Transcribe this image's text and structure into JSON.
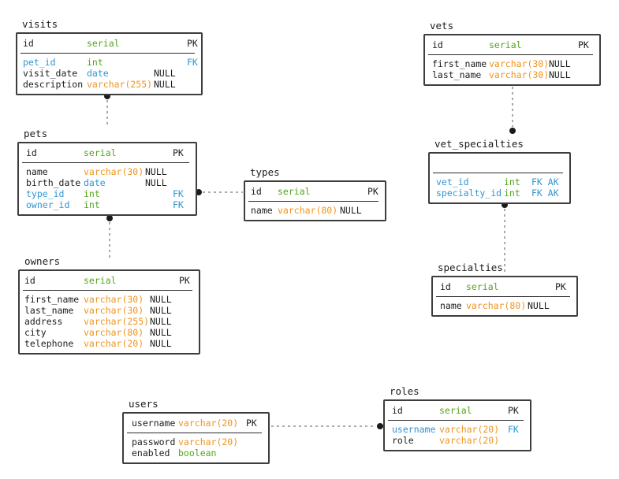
{
  "diagram": {
    "kind": "entity-relationship-diagram",
    "palette": {
      "numeric_type_color": "#52a41c",
      "varchar_type_color": "#f0931c",
      "date_and_fk_color": "#2e95d3",
      "text_color": "#1c1c1c",
      "table_border_color": "#3d3d3d",
      "connector_color": "#aaaaaa",
      "endpoint_dot_color": "#1a1a1a"
    },
    "tables": {
      "visits": {
        "title": "visits",
        "header": {
          "name": "id",
          "type": "serial",
          "key": "PK"
        },
        "rows": [
          {
            "name": "pet_id",
            "type": "int",
            "key": "FK"
          },
          {
            "name": "visit_date",
            "type": "date",
            "null": "NULL"
          },
          {
            "name": "description",
            "type": "varchar(255)",
            "null": "NULL"
          }
        ]
      },
      "pets": {
        "title": "pets",
        "header": {
          "name": "id",
          "type": "serial",
          "key": "PK"
        },
        "rows": [
          {
            "name": "name",
            "type": "varchar(30)",
            "null": "NULL"
          },
          {
            "name": "birth_date",
            "type": "date",
            "null": "NULL"
          },
          {
            "name": "type_id",
            "type": "int",
            "key": "FK"
          },
          {
            "name": "owner_id",
            "type": "int",
            "key": "FK"
          }
        ]
      },
      "types": {
        "title": "types",
        "header": {
          "name": "id",
          "type": "serial",
          "key": "PK"
        },
        "rows": [
          {
            "name": "name",
            "type": "varchar(80)",
            "null": "NULL"
          }
        ]
      },
      "owners": {
        "title": "owners",
        "header": {
          "name": "id",
          "type": "serial",
          "key": "PK"
        },
        "rows": [
          {
            "name": "first_name",
            "type": "varchar(30)",
            "null": "NULL"
          },
          {
            "name": "last_name",
            "type": "varchar(30)",
            "null": "NULL"
          },
          {
            "name": "address",
            "type": "varchar(255)",
            "null": "NULL"
          },
          {
            "name": "city",
            "type": "varchar(80)",
            "null": "NULL"
          },
          {
            "name": "telephone",
            "type": "varchar(20)",
            "null": "NULL"
          }
        ]
      },
      "vets": {
        "title": "vets",
        "header": {
          "name": "id",
          "type": "serial",
          "key": "PK"
        },
        "rows": [
          {
            "name": "first_name",
            "type": "varchar(30)",
            "null": "NULL"
          },
          {
            "name": "last_name",
            "type": "varchar(30)",
            "null": "NULL"
          }
        ]
      },
      "vet_specialties": {
        "title": "vet_specialties",
        "header": {
          "name": "",
          "type": "",
          "key": ""
        },
        "rows": [
          {
            "name": "vet_id",
            "type": "int",
            "key": "FK AK"
          },
          {
            "name": "specialty_id",
            "type": "int",
            "key": "FK AK"
          }
        ]
      },
      "specialties": {
        "title": "specialties",
        "header": {
          "name": "id",
          "type": "serial",
          "key": "PK"
        },
        "rows": [
          {
            "name": "name",
            "type": "varchar(80)",
            "null": "NULL"
          }
        ]
      },
      "users": {
        "title": "users",
        "header": {
          "name": "username",
          "type": "varchar(20)",
          "key": "PK"
        },
        "rows": [
          {
            "name": "password",
            "type": "varchar(20)"
          },
          {
            "name": "enabled",
            "type": "boolean"
          }
        ]
      },
      "roles": {
        "title": "roles",
        "header": {
          "name": "id",
          "type": "serial",
          "key": "PK"
        },
        "rows": [
          {
            "name": "username",
            "type": "varchar(20)",
            "key": "FK"
          },
          {
            "name": "role",
            "type": "varchar(20)"
          }
        ]
      }
    },
    "relations": [
      {
        "from": "visits.pet_id",
        "to": "pets.id"
      },
      {
        "from": "pets.type_id",
        "to": "types.id"
      },
      {
        "from": "pets.owner_id",
        "to": "owners.id"
      },
      {
        "from": "vet_specialties.vet_id",
        "to": "vets.id"
      },
      {
        "from": "vet_specialties.specialty_id",
        "to": "specialties.id"
      },
      {
        "from": "roles.username",
        "to": "users.username"
      }
    ]
  }
}
